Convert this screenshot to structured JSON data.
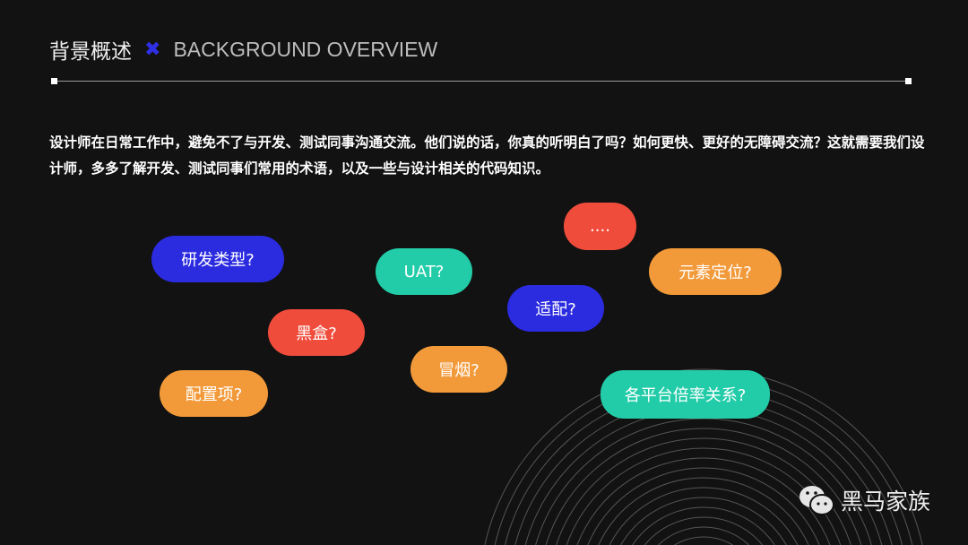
{
  "header": {
    "title_cn": "背景概述",
    "separator": "✖",
    "title_en": "BACKGROUND OVERVIEW"
  },
  "intro": "设计师在日常工作中，避免不了与开发、测试同事沟通交流。他们说的话，你真的听明白了吗？如何更快、更好的无障碍交流？这就需要我们设计师，多多了解开发、测试同事们常用的术语，以及一些与设计相关的代码知识。",
  "bubbles": [
    {
      "label": "研发类型?",
      "color": "#2b2be0"
    },
    {
      "label": "UAT?",
      "color": "#22cca8"
    },
    {
      "label": "....",
      "color": "#f04c3c"
    },
    {
      "label": "元素定位?",
      "color": "#f29a3a"
    },
    {
      "label": "适配?",
      "color": "#2b2be0"
    },
    {
      "label": "黑盒?",
      "color": "#f04c3c"
    },
    {
      "label": "冒烟?",
      "color": "#f29a3a"
    },
    {
      "label": "配置项?",
      "color": "#f29a3a"
    },
    {
      "label": "各平台倍率关系?",
      "color": "#22cca8"
    }
  ],
  "footer": {
    "brand": "黑马家族"
  }
}
